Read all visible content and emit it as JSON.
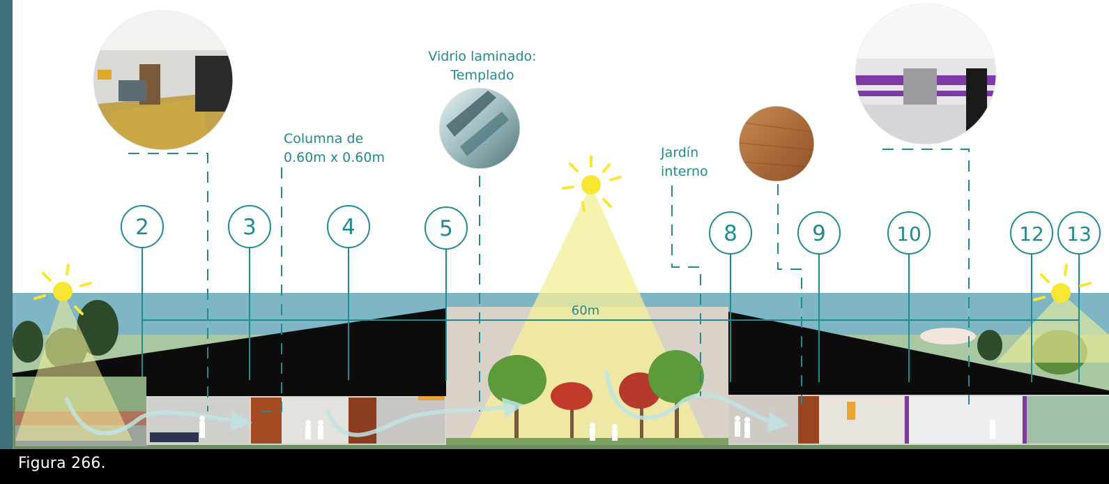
{
  "caption": "Figura 266.",
  "labels": {
    "vidrio_line1": "Vidrio laminado:",
    "vidrio_line2": "Templado",
    "columna_line1": "Columna de",
    "columna_line2": "0.60m x 0.60m",
    "jardin_line1": "Jardín",
    "jardin_line2": "interno",
    "dimension": "60m"
  },
  "markers": [
    "2",
    "3",
    "4",
    "5",
    "8",
    "9",
    "10",
    "12",
    "13"
  ],
  "detail_bubbles": [
    "interior-corridor-photo",
    "laminated-glass-sample",
    "wood-texture-sample",
    "purple-interior-photo"
  ],
  "colors": {
    "accent_teal": "#1f8a8f",
    "sky_band": "#7fb6c4",
    "roof": "#0c0c0c",
    "sun": "#f7e733",
    "light_cone": "#f4ee9a",
    "side_strip": "#3f6f7d"
  }
}
